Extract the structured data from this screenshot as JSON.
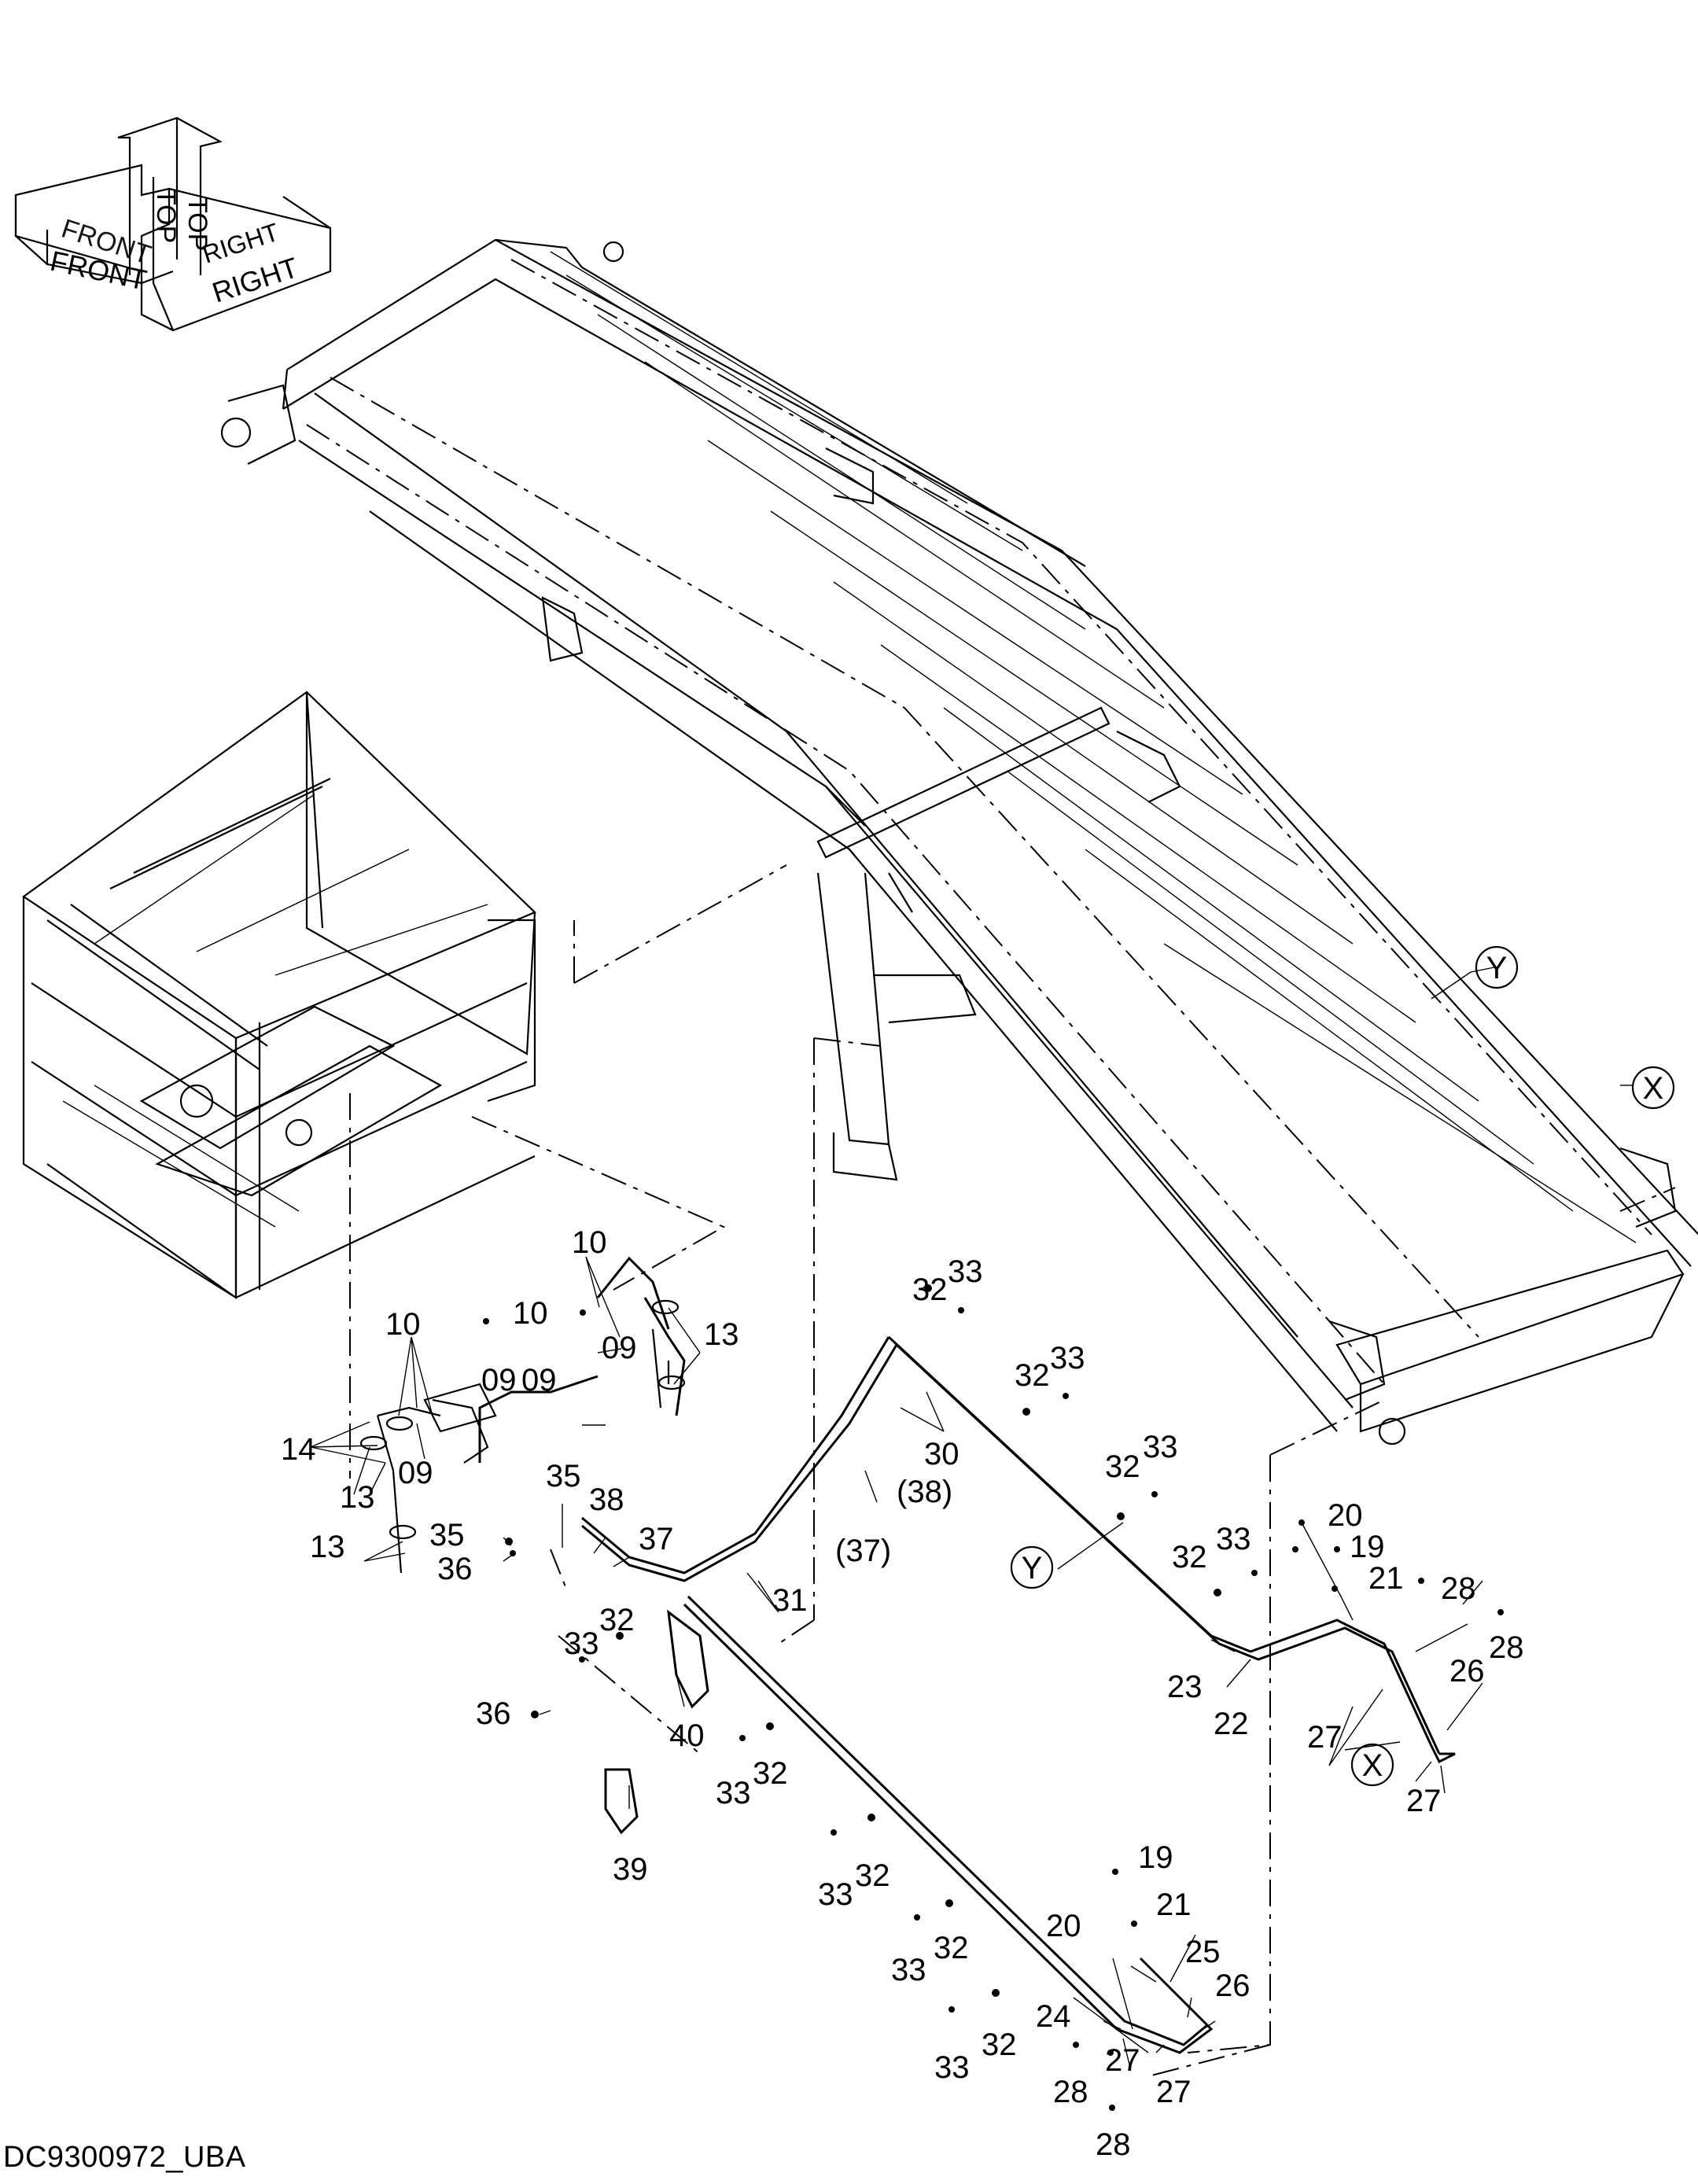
{
  "drawing": {
    "doc_code": "DC9300972_UBA",
    "orientation_labels": [
      "FRONT",
      "TOP",
      "RIGHT"
    ],
    "section_markers": [
      "Y",
      "X"
    ],
    "callouts": [
      "10",
      "10",
      "10",
      "09",
      "09",
      "13",
      "09",
      "14",
      "13",
      "09",
      "13",
      "35",
      "38",
      "37",
      "35",
      "36",
      "32",
      "33",
      "32",
      "33",
      "30",
      "(38)",
      "(37)",
      "32",
      "33",
      "Y",
      "32",
      "33",
      "20",
      "19",
      "21",
      "28",
      "28",
      "26",
      "23",
      "22",
      "27",
      "X",
      "27",
      "33",
      "32",
      "31",
      "36",
      "33",
      "32",
      "40",
      "39",
      "33",
      "32",
      "33",
      "32",
      "19",
      "20",
      "21",
      "25",
      "26",
      "24",
      "27",
      "33",
      "32",
      "28",
      "27",
      "28"
    ]
  }
}
